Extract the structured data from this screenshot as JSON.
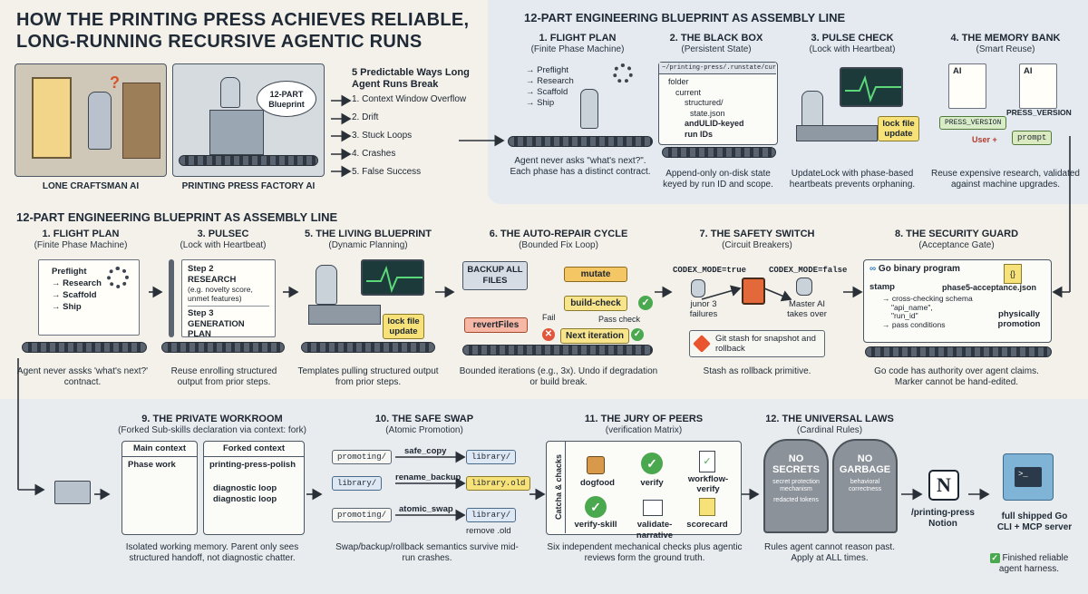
{
  "title_line1": "HOW THE PRINTING PRESS ACHIEVES RELIABLE,",
  "title_line2": "LONG-RUNNING RECURSIVE AGENTIC RUNS",
  "left_panels": {
    "lone": "LONE CRAFTSMAN AI",
    "factory": "PRINTING PRESS FACTORY AI",
    "bubble": "12-PART Blueprint"
  },
  "breaks": {
    "title": "5 Predictable Ways Long Agent Runs Break",
    "items": [
      "1. Context Window Overflow",
      "2. Drift",
      "3. Stuck Loops",
      "4. Crashes",
      "5. False Success"
    ]
  },
  "top": {
    "title": "12-PART ENGINEERING BLUEPRINT AS ASSEMBLY LINE",
    "s1": {
      "title": "1. FLIGHT PLAN",
      "sub": "(Finite Phase Machine)",
      "steps": [
        "→ Preflight",
        "→ Research",
        "→ Scaffold",
        "→ Ship"
      ],
      "cap": "Agent never asks \"what's next?\". Each phase has a distinct contract."
    },
    "s2": {
      "title": "2. THE BLACK BOX",
      "sub": "(Persistent State)",
      "path": "~/printing-press/.runstate/current/",
      "tree": [
        "folder",
        "current",
        "structured/",
        "state.json",
        "andULID-keyed run IDs"
      ],
      "cap": "Append-only on-disk state keyed by run ID and scope."
    },
    "s3": {
      "title": "3. PULSE CHECK",
      "sub": "(Lock with Heartbeat)",
      "note": "lock file update",
      "cap": "UpdateLock with phase-based heartbeats prevents orphaning."
    },
    "s4": {
      "title": "4. THE MEMORY BANK",
      "sub": "(Smart Reuse)",
      "ai1": "AI",
      "ai2": "AI",
      "pv1": "PRESS_VERSION",
      "pv2": "PRESS_VERSION",
      "user": "User +",
      "prompt": "prompt",
      "cap": "Reuse expensive research, validated against machine upgrades."
    }
  },
  "mid": {
    "title": "12-PART ENGINEERING BLUEPRINT AS ASSEMBLY LINE",
    "s1": {
      "title": "1. FLIGHT PLAN",
      "sub": "(Finite Phase Machine)",
      "steps": [
        "Preflight",
        "→ Research",
        "→ Scaffold",
        "→ Ship"
      ],
      "cap": "Agent never assks 'what's next?' contnact."
    },
    "s3": {
      "title": "3. PULSEC",
      "sub": "(Lock with Heartbeat)",
      "d1": "Step 2",
      "d2": "RESEARCH",
      "d3": "(e.g. novelty score, unmet features)",
      "d4": "Step 3",
      "d5": "GENERATION PLAN",
      "cap": "Reuse enrolling structured output from prior steps."
    },
    "s5": {
      "title": "5. THE LIVING BLUEPRINT",
      "sub": "(Dynamic Planning)",
      "note": "lock file update",
      "cap": "Templates pulling structured output from prior steps."
    },
    "s6": {
      "title": "6. THE AUTO-REPAIR CYCLE",
      "sub": "(Bounded Fix Loop)",
      "backup": "BACKUP ALL FILES",
      "mutate": "mutate",
      "build": "build-check",
      "revert": "revertFiles",
      "fail": "Fail",
      "pass": "Pass check",
      "next": "Next iteration",
      "cap": "Bounded iterations (e.g., 3x). Undo if degradation or build break."
    },
    "s7": {
      "title": "7. THE SAFETY SWITCH",
      "sub": "(Circuit Breakers)",
      "mode_t": "CODEX_MODE=true",
      "mode_f": "CODEX_MODE=false",
      "junor": "junor 3 failures",
      "master": "Master AI takes over",
      "git": "Git stash for snapshot and rollback",
      "cap": "Stash as rollback primitive."
    },
    "s8": {
      "title": "8. THE SECURITY GUARD",
      "sub": "(Acceptance Gate)",
      "prog": "Go binary program",
      "stamp": "stamp",
      "json": "phase5-acceptance.json",
      "lines": [
        "→ cross-checking schema",
        "\"api_name\",",
        "\"run_id\"",
        "→ pass conditions"
      ],
      "phys": "physically promotion",
      "cap": "Go code has authority over agent claims. Marker cannot be hand-edited."
    }
  },
  "bot": {
    "s9": {
      "title": "9. THE PRIVATE WORKROOM",
      "sub": "(Forked Sub-skills declaration via context: fork)",
      "main": "Main context",
      "phase": "Phase work",
      "fork": "Forked context",
      "pp": "printing-press-polish",
      "dl1": "diagnostic loop",
      "dl2": "diagnostic loop",
      "cap": "Isolated working memory. Parent only sees structured handoff, not diagnostic chatter."
    },
    "s10": {
      "title": "10. THE SAFE SWAP",
      "sub": "(Atomic Promotion)",
      "promoting": "promoting/",
      "library": "library/",
      "library_old": "library.old",
      "safe_copy": "safe_copy",
      "rename": "rename_backup",
      "atomic": "atomic_swap",
      "remove": "remove .old",
      "cap": "Swap/backup/rollback semantics survive mid-run crashes."
    },
    "s11": {
      "title": "11. THE JURY OF PEERS",
      "sub": "(verification Matrix)",
      "side": "Catcha & chacks",
      "items": [
        "dogfood",
        "verify",
        "workflow-verify",
        "verify-skill",
        "validate-narrative",
        "scorecard"
      ],
      "cap": "Six independent mechanical checks plus agentic reviews form the ground truth."
    },
    "s12": {
      "title": "12. THE UNIVERSAL LAWS",
      "sub": "(Cardinal Rules)",
      "t1a": "NO",
      "t1b": "SECRETS",
      "t1c": "secret protection mechanism",
      "t1d": "redacted tokens",
      "t2a": "NO",
      "t2b": "GARBAGE",
      "t2c": "behavioral correctness",
      "cap": "Rules agent cannot reason past. Apply at ALL times."
    },
    "notion": "/printing-press Notion",
    "server": "full shipped Go CLI + MCP server",
    "final": "Finished reliable agent harness."
  }
}
